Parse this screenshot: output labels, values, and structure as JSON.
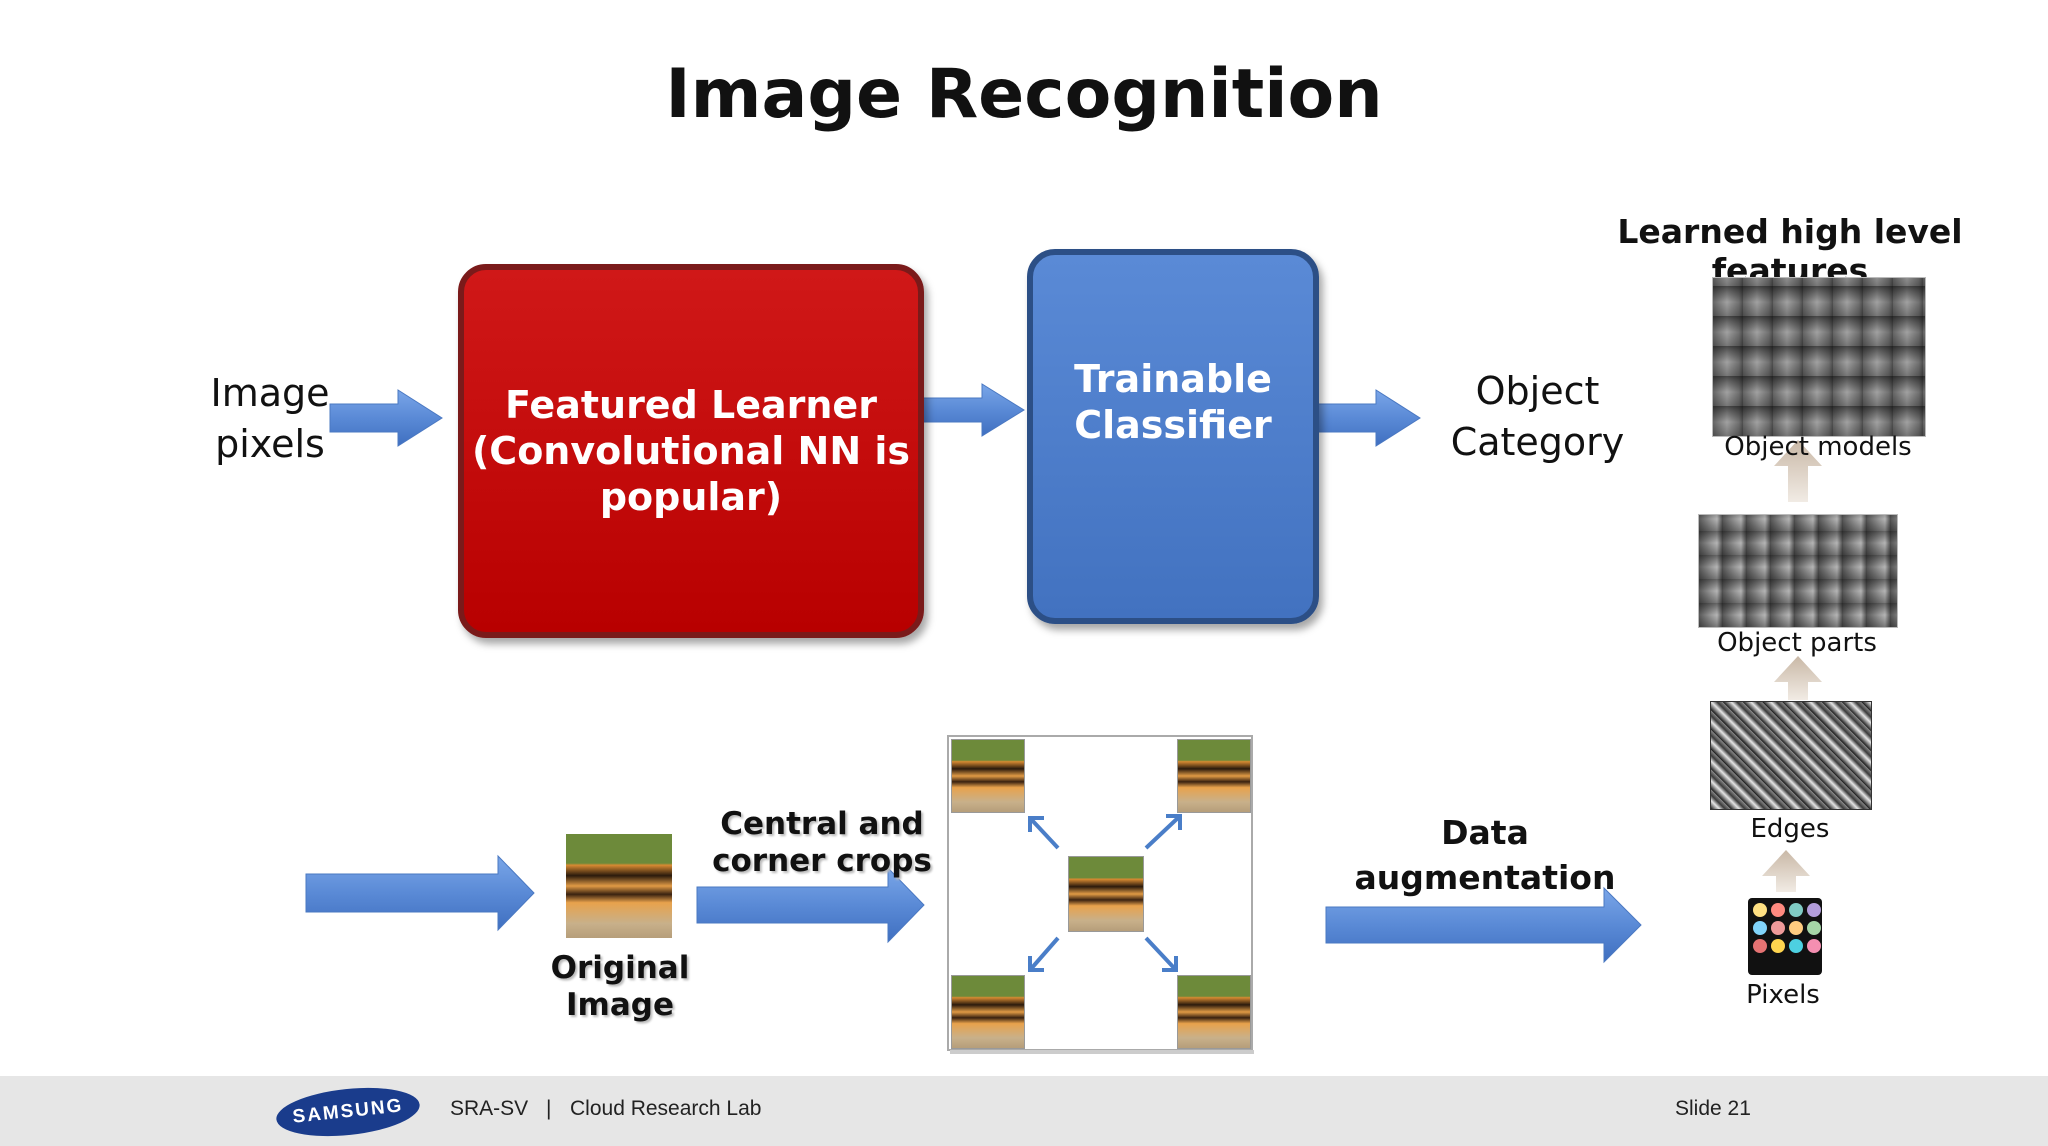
{
  "title": "Image Recognition",
  "pipeline": {
    "input_label": [
      "Image",
      "pixels"
    ],
    "learner_label": [
      "Featured Learner",
      "(Convolutional NN is",
      "popular)"
    ],
    "classifier_label": [
      "Trainable",
      "Classifier"
    ],
    "output_label": [
      "Object",
      "Category"
    ]
  },
  "features": {
    "title": "Learned high level features",
    "levels": [
      "Object models",
      "Object parts",
      "Edges",
      "Pixels"
    ]
  },
  "augmentation": {
    "original_label": [
      "Original",
      "Image"
    ],
    "crops_label": [
      "Central and",
      "corner crops"
    ],
    "data_aug_label": [
      "Data",
      "augmentation"
    ]
  },
  "footer": {
    "logo": "SAMSUNG",
    "org": "SRA-SV",
    "separator": "|",
    "lab": "Cloud Research Lab",
    "slide": "Slide 21"
  },
  "colors": {
    "learner_box": "#c81414",
    "classifier_box": "#4f7fcb",
    "arrow": "#5b8fdc",
    "footer_bg": "#e6e6e6",
    "logo": "#1a3c8c"
  }
}
